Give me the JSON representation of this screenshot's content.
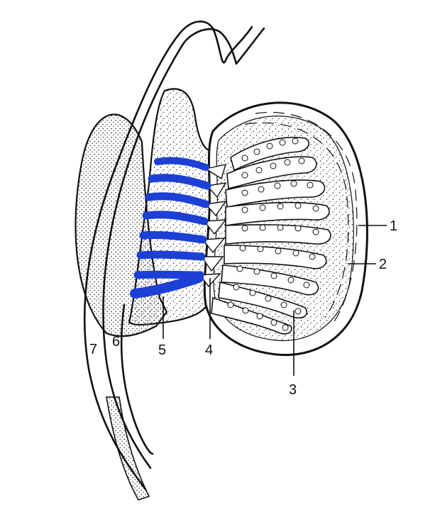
{
  "figure": {
    "labels": {
      "l1": "1",
      "l2": "2",
      "l3": "3",
      "l4": "4",
      "l5": "5",
      "l6": "6",
      "l7": "7"
    },
    "colors": {
      "highlight_blue": "#1c3fd6",
      "ink": "#111111",
      "background": "#ffffff"
    }
  }
}
